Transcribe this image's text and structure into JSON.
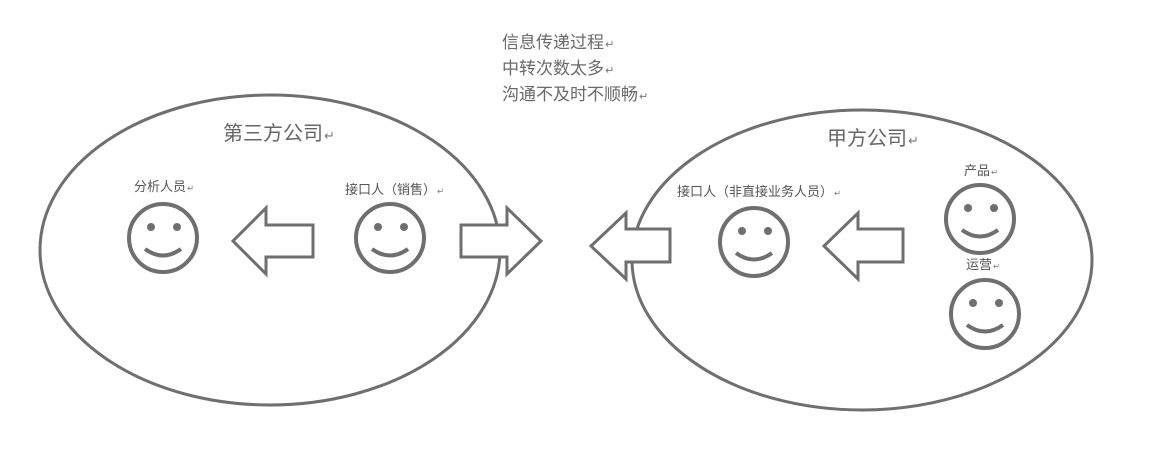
{
  "note": {
    "lines": [
      "信息传递过程",
      "中转次数太多",
      "沟通不及时不顺畅"
    ]
  },
  "left_group": {
    "title": "第三方公司",
    "people": [
      "分析人员",
      "接口人（销售）"
    ]
  },
  "right_group": {
    "title": "甲方公司",
    "people": [
      "接口人（非直接业务人员）",
      "产品",
      "运营"
    ]
  },
  "return_mark": "↵",
  "colors": {
    "stroke": "#6f6f6f",
    "text": "#666666",
    "background": "#ffffff"
  },
  "icons": {
    "person": "smiley-icon",
    "flow": "arrow-icon"
  }
}
